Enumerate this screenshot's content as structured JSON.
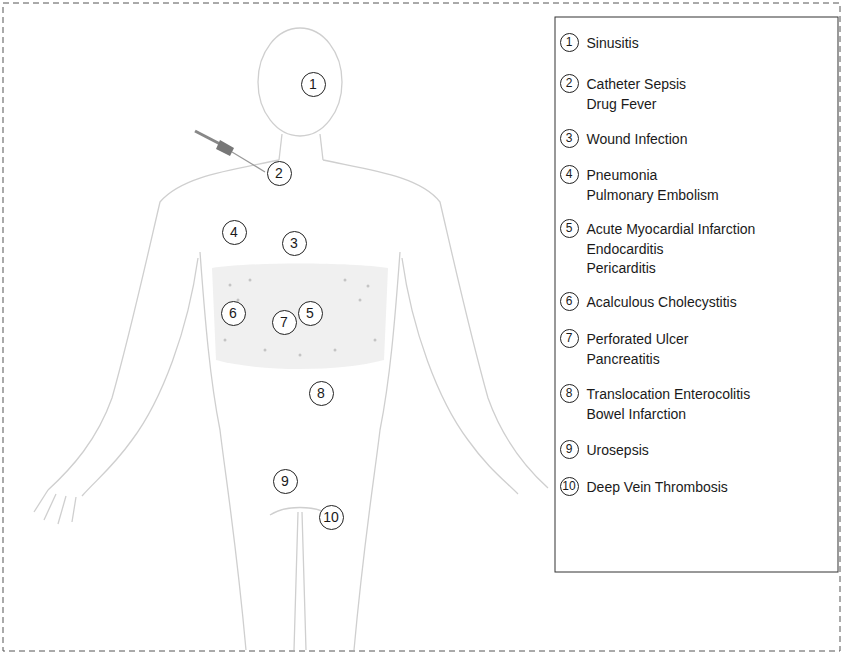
{
  "diagram": {
    "nodes": [
      {
        "text": [
          "1"
        ]
      },
      {
        "text": [
          "2"
        ]
      },
      {
        "text": [
          "3"
        ]
      },
      {
        "text": [
          "4"
        ]
      },
      {
        "text": [
          "5"
        ]
      },
      {
        "text": [
          "6"
        ]
      },
      {
        "text": [
          "7"
        ]
      },
      {
        "text": [
          "8"
        ]
      },
      {
        "text": [
          "9"
        ]
      },
      {
        "text": [
          "10"
        ]
      },
      {
        "text": [
          "1",
          "Sinusitis"
        ]
      },
      {
        "text": [
          "2",
          "Catheter Sepsis",
          "Drug Fever"
        ]
      },
      {
        "text": [
          "3",
          "Wound Infection"
        ]
      },
      {
        "text": [
          "4",
          "Pneumonia",
          "Pulmonary Embolism"
        ]
      },
      {
        "text": [
          "5",
          "Acute Myocardial Infarction",
          "Endocarditis",
          "Pericarditis"
        ]
      },
      {
        "text": [
          "6",
          "Acalculous Cholecystitis"
        ]
      },
      {
        "text": [
          "7",
          "Perforated Ulcer",
          "Pancreatitis"
        ]
      },
      {
        "text": [
          "8",
          "Translocation Enterocolitis",
          "Bowel Infarction"
        ]
      },
      {
        "text": [
          "9",
          "Urosepsis"
        ]
      },
      {
        "text": [
          "10",
          "Deep Vein Thrombosis"
        ]
      }
    ]
  }
}
